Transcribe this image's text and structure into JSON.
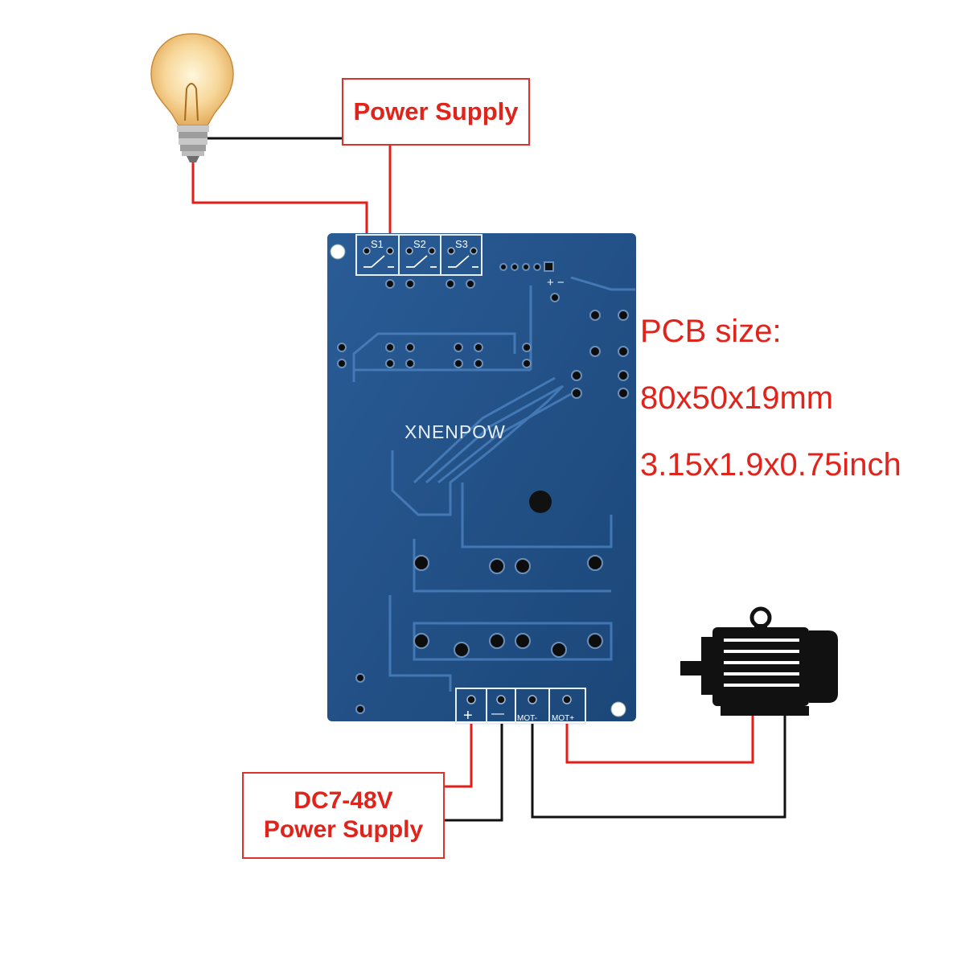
{
  "power_supply_top": {
    "label": "Power Supply"
  },
  "power_supply_dc": {
    "voltage": "DC7-48V",
    "label": "Power Supply"
  },
  "pcb": {
    "brand": "XNENPOW",
    "switch_labels": [
      "S1",
      "S2",
      "S3"
    ],
    "terminal_labels": [
      "+",
      "—",
      "MOT-",
      "MOT+"
    ],
    "small_polarity": "+ −"
  },
  "specs": {
    "title": "PCB size:",
    "size_mm": "80x50x19mm",
    "size_inch": "3.15x1.9x0.75inch"
  },
  "colors": {
    "wire_red": "#e51c17",
    "wire_black": "#111111",
    "pcb_blue": "#1f4f86",
    "text_red": "#e0241b"
  }
}
